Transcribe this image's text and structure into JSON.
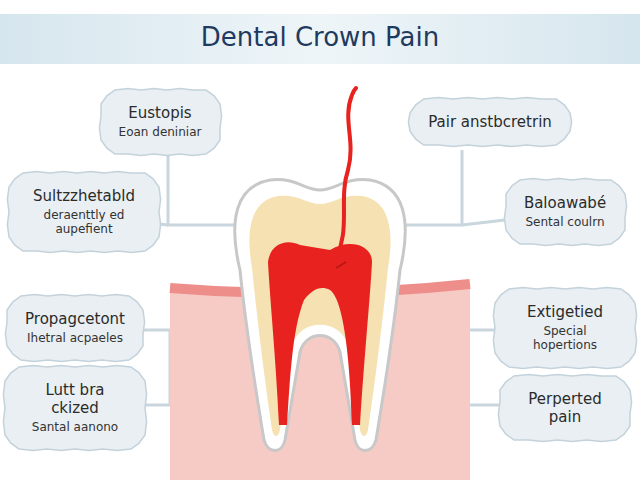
{
  "diagram": {
    "title": "Dental Crown Pain",
    "nodes": [
      {
        "text": [
          "Eustopis",
          "Eoan deniniar"
        ]
      },
      {
        "text": [
          "Pair anstbcretrin"
        ]
      },
      {
        "text": [
          "Sultzzhetabld",
          "deraenttly ed aupefient"
        ]
      },
      {
        "text": [
          "Baloawabé",
          "Sental coulrn"
        ]
      },
      {
        "text": [
          "Propagcetont",
          "Ihetral acpaeles"
        ]
      },
      {
        "text": [
          "Extigetied",
          "Special hopertions"
        ]
      },
      {
        "text": [
          "Lutt bra ckized",
          "Santal aanono"
        ]
      },
      {
        "text": [
          "Perperted pain"
        ]
      }
    ]
  }
}
